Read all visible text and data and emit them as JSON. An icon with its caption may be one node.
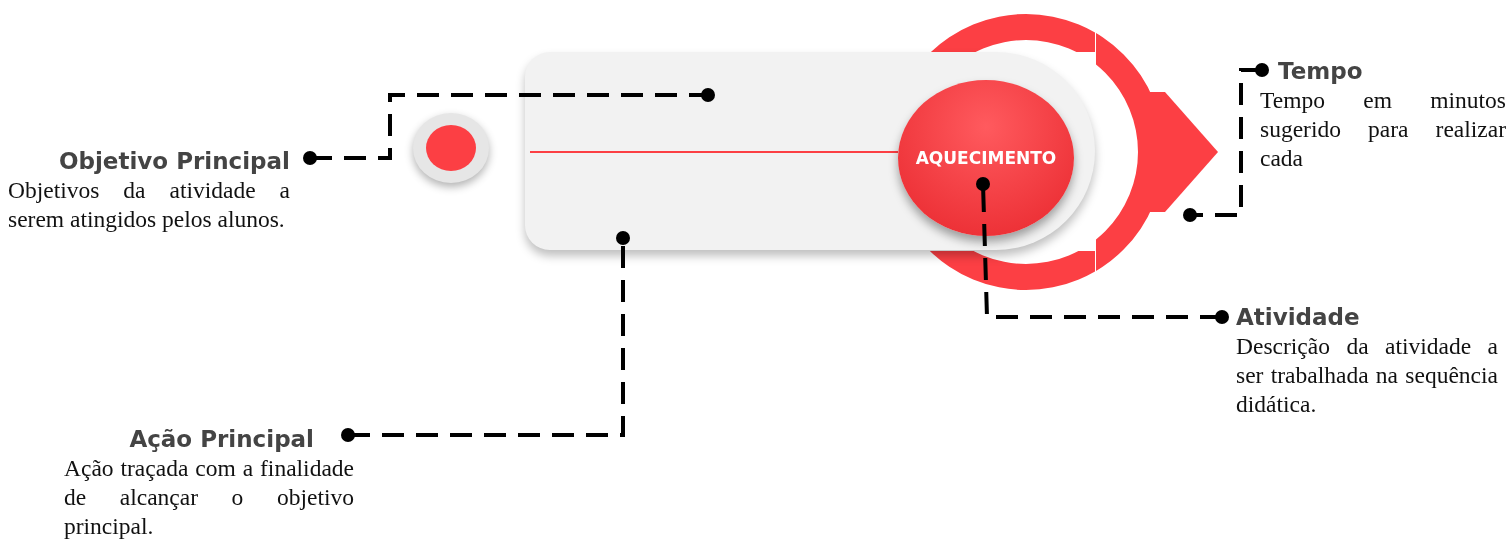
{
  "diagram": {
    "nodes": [
      {
        "text": [
          "Objetivo Principal",
          "Objetivos da atividade a serem atingidos pelos alunos."
        ]
      },
      {
        "text": [
          "Ação Principal",
          "Ação traçada com a finalidade de alcançar o objetivo principal."
        ]
      },
      {
        "text": [
          "Tempo",
          "Tempo em minutos sugerido para realizar cada"
        ]
      },
      {
        "text": [
          "Atividade",
          "Descrição da atividade a ser trabalhada na sequência didática."
        ]
      },
      {
        "text": [],
        "shape": "box"
      },
      {
        "text": [
          "AQUECIMENTO"
        ]
      },
      {
        "text": [],
        "shape": "circle"
      }
    ],
    "edges": [
      {
        "from": 0,
        "to": 4,
        "arrow": "other",
        "style": "dashed"
      },
      {
        "from": 1,
        "to": 4,
        "arrow": "other",
        "style": "dashed"
      },
      {
        "from": 2,
        "to": 6,
        "arrow": "other",
        "style": "dashed"
      },
      {
        "from": 3,
        "to": 5,
        "arrow": "other",
        "style": "dashed"
      }
    ]
  }
}
